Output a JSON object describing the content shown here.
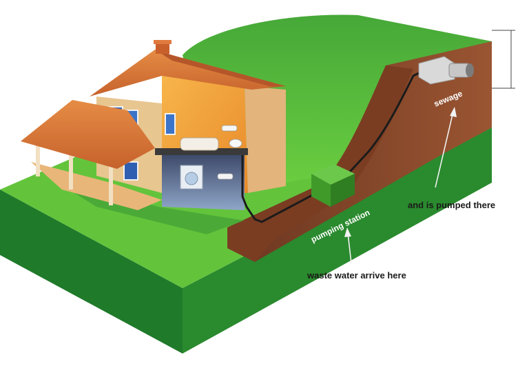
{
  "labels": {
    "sewage": "sewage",
    "pumped": "and is pumped there",
    "pumping_station": "pumping station",
    "waste_water": "waste water arrive here"
  },
  "colors": {
    "grass_top": "#5cbf3a",
    "grass_dark": "#2f8a2c",
    "side_front": "#1f7a2a",
    "side_right": "#2c8f30",
    "trench": "#8b4a2b",
    "trench_dark": "#6b3620",
    "roof": "#d97a3a",
    "wall": "#e6c48e",
    "interior": "#f2a640",
    "station": "#58b23a",
    "pipe": "#1b1b1b"
  }
}
